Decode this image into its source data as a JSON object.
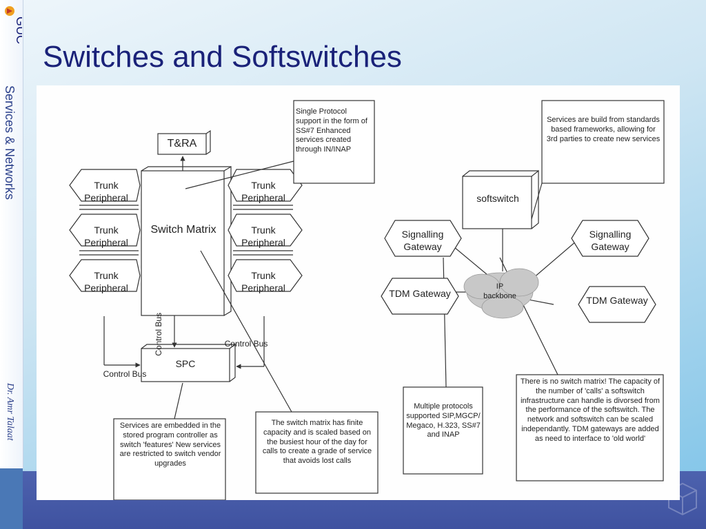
{
  "slide": {
    "title": "Switches and Softswitches",
    "course": "Services & Networks",
    "author": "Dr. Amr Talaat",
    "logo_text": "GUC",
    "colors": {
      "title": "#1a2279",
      "band": "#4d62ae",
      "sidebar": "#4a78b6"
    }
  },
  "diagram": {
    "tra": "T&RA",
    "switch_matrix": "Switch Matrix",
    "spc": "SPC",
    "trunk_peripheral": "Trunk Peripheral",
    "control_bus": "Control Bus",
    "softswitch": "softswitch",
    "signalling_gateway": "Signalling Gateway",
    "tdm_gateway": "TDM Gateway",
    "ip_backbone": "IP backbone",
    "notes": {
      "single_protocol": "Single Protocol support in the form of SS#7 Enhanced services created through IN/INAP",
      "services_build": "Services are build from standards based frameworks, allowing for 3rd parties to create new services",
      "services_embedded": "Services are embedded in the stored program controller as switch 'features' New services are restricted to switch vendor upgrades",
      "switch_matrix_capacity": "The switch matrix has finite capacity and is scaled based on the busiest hour of the day for calls to create a grade of service that avoids lost calls",
      "multiple_protocols": "Multiple protocols supported SIP,MGCP/ Megaco, H.323, SS#7 and INAP",
      "no_switch_matrix": "There is no switch matrix! The capacity of the number of 'calls' a softswitch infrastructure can handle is divorsed from the performance of the softswitch. The network and softswitch can be scaled independantly. TDM gateways are added as need to interface to 'old world'"
    }
  }
}
